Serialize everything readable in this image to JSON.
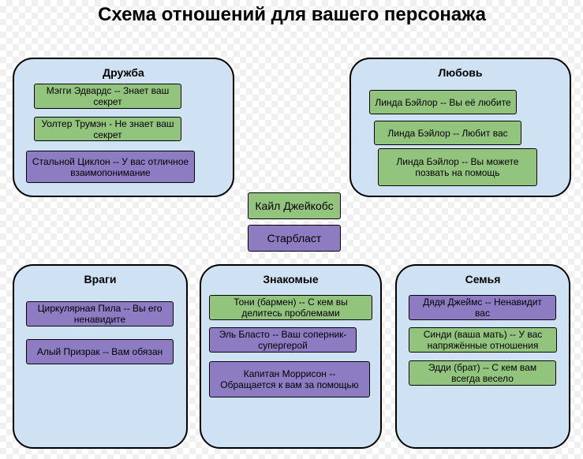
{
  "title": "Схема отношений для вашего персонажа",
  "colors": {
    "group_bg": "#cfe2f3",
    "friend_card": "#93c47d",
    "rival_card": "#8e7cc3"
  },
  "center": {
    "character": "Кайл Джейкобс",
    "alter_ego": "Старбласт"
  },
  "groups": {
    "friendship": {
      "label": "Дружба",
      "cards": [
        "Мэгги Эдвардс -- Знает ваш секрет",
        "Уолтер Трумэн - Не знает ваш секрет",
        "Стальной Циклон -- У вас отличное взаимопонимание"
      ]
    },
    "love": {
      "label": "Любовь",
      "cards": [
        "Линда Бэйлор -- Вы её любите",
        "Линда Бэйлор -- Любит вас",
        "Линда Бэйлор -- Вы можете позвать на помощь"
      ]
    },
    "enemies": {
      "label": "Враги",
      "cards": [
        "Циркулярная Пила -- Вы его ненавидите",
        "Алый Призрак -- Вам обязан"
      ]
    },
    "acquaintances": {
      "label": "Знакомые",
      "cards": [
        "Тони (бармен) -- С кем вы делитесь проблемами",
        "Эль Бласто -- Ваш соперник-супергерой",
        "Капитан Моррисон -- Обращается к вам за помощью"
      ]
    },
    "family": {
      "label": "Семья",
      "cards": [
        "Дядя Джеймс -- Ненавидит вас",
        "Синди (ваша мать) -- У вас напряжённые отношения",
        "Эдди (брат) -- С кем вам всегда весело"
      ]
    }
  }
}
